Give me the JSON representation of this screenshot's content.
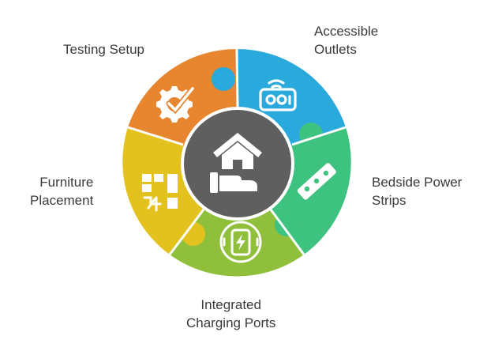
{
  "diagram": {
    "center_icon": "house-in-hand-icon",
    "segments": [
      {
        "id": "outlets",
        "lines": [
          "Accessible",
          "Outlets"
        ],
        "color": "#2aa9dc",
        "icon": "outlet-device-icon"
      },
      {
        "id": "bedside",
        "lines": [
          "Bedside Power",
          "Strips"
        ],
        "color": "#3ec27f",
        "icon": "power-strip-icon"
      },
      {
        "id": "charging",
        "lines": [
          "Integrated",
          "Charging Ports"
        ],
        "color": "#8fbf3b",
        "icon": "phone-charging-icon"
      },
      {
        "id": "furniture",
        "lines": [
          "Furniture",
          "Placement"
        ],
        "color": "#e3c21f",
        "icon": "furniture-layout-icon"
      },
      {
        "id": "testing",
        "lines": [
          "Testing Setup"
        ],
        "color": "#e8862f",
        "icon": "gear-check-icon"
      }
    ],
    "center_color": "#5f5f5f"
  }
}
